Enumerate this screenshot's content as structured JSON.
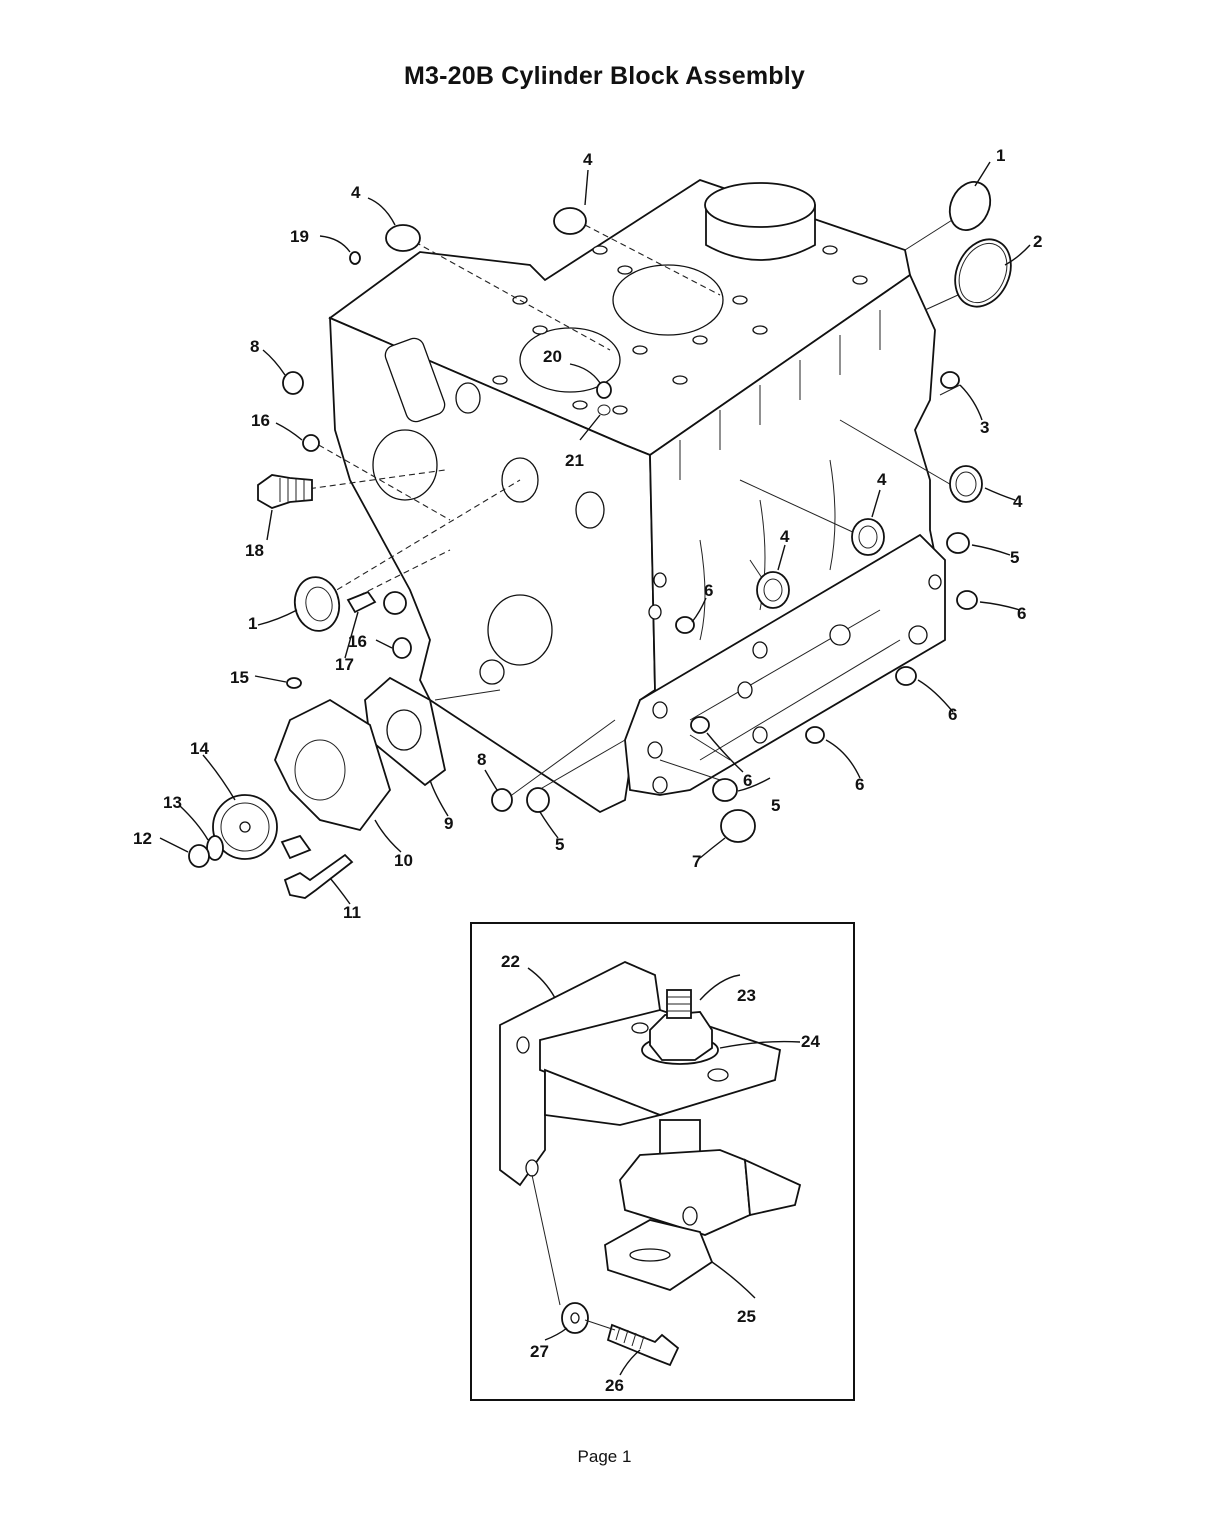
{
  "page": {
    "title": "M3-20B  Cylinder Block Assembly",
    "footer": "Page 1"
  },
  "callouts": {
    "c1a": "1",
    "c2": "2",
    "c3": "3",
    "c4a": "4",
    "c4b": "4",
    "c4c": "4",
    "c4d": "4",
    "c4e": "4",
    "c19": "19",
    "c8a": "8",
    "c20": "20",
    "c16a": "16",
    "c21": "21",
    "c18": "18",
    "c5a": "5",
    "c6a": "6",
    "c6b": "6",
    "c1b": "1",
    "c17": "17",
    "c16b": "16",
    "c15": "15",
    "c6c": "6",
    "c14": "14",
    "c8b": "8",
    "c6d": "6",
    "c6e": "6",
    "c13": "13",
    "c5b": "5",
    "c12": "12",
    "c9": "9",
    "c10": "10",
    "c5c": "5",
    "c7": "7",
    "c11": "11",
    "c22": "22",
    "c23": "23",
    "c24": "24",
    "c25": "25",
    "c26": "26",
    "c27": "27"
  }
}
